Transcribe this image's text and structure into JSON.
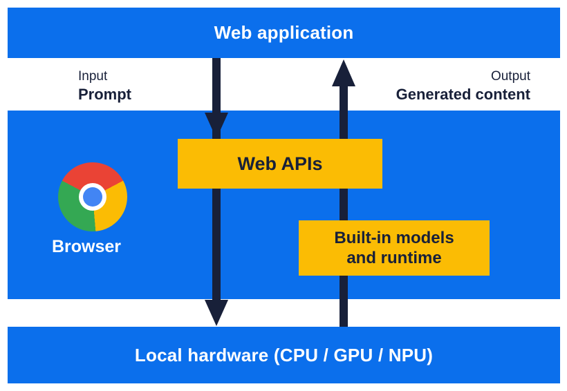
{
  "colors": {
    "blue": "#0b6fec",
    "yellow": "#fbbc04",
    "ink": "#182039",
    "white": "#ffffff",
    "logo_red": "#ea4335",
    "logo_yellow": "#fbbc04",
    "logo_green": "#34a853",
    "logo_center": "#4285f4"
  },
  "diagram": {
    "top_bar": {
      "label": "Web application"
    },
    "io": {
      "input_caption": "Input",
      "input_label": "Prompt",
      "output_caption": "Output",
      "output_label": "Generated content"
    },
    "browser": {
      "label": "Browser",
      "logo_icon": "chrome-logo"
    },
    "boxes": {
      "web_apis_label": "Web APIs",
      "builtin_line1": "Built-in models",
      "builtin_line2": "and runtime"
    },
    "bottom_bar": {
      "label": "Local hardware (CPU / GPU / NPU)"
    },
    "arrows": {
      "down_flow": "web-application-to-local-hardware-via-web-apis",
      "up_flow": "local-hardware-to-web-application-via-builtin-models"
    }
  }
}
